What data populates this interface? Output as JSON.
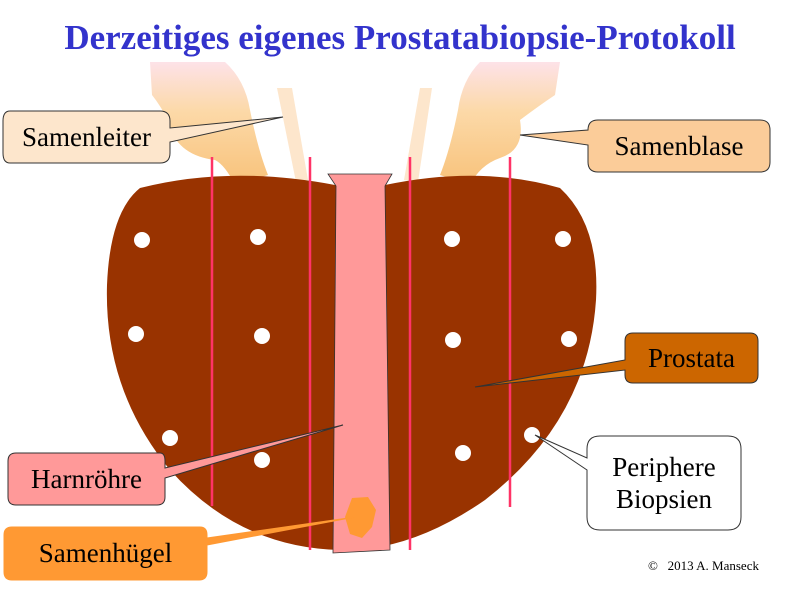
{
  "title": "Derzeitiges eigenes Prostatabiopsie-Protokoll",
  "labels": {
    "samenleiter": "Samenleiter",
    "samenblase": "Samenblase",
    "prostata": "Prostata",
    "harnroehre": "Harnröhre",
    "samenhuegel": "Samenhügel",
    "periphere_line1": "Periphere",
    "periphere_line2": "Biopsien"
  },
  "copyright": "©   2013 A. Manseck",
  "biopsy_count": 12,
  "colors": {
    "title": "#3333cc",
    "prostate": "#993300",
    "urethra": "#ff9999",
    "needle": "#ff3366",
    "vesicle": "#fcd5a0",
    "samenhuegel": "#ff9933",
    "prostata_label": "#cc6600",
    "samenblase_label": "#fbcc99"
  }
}
